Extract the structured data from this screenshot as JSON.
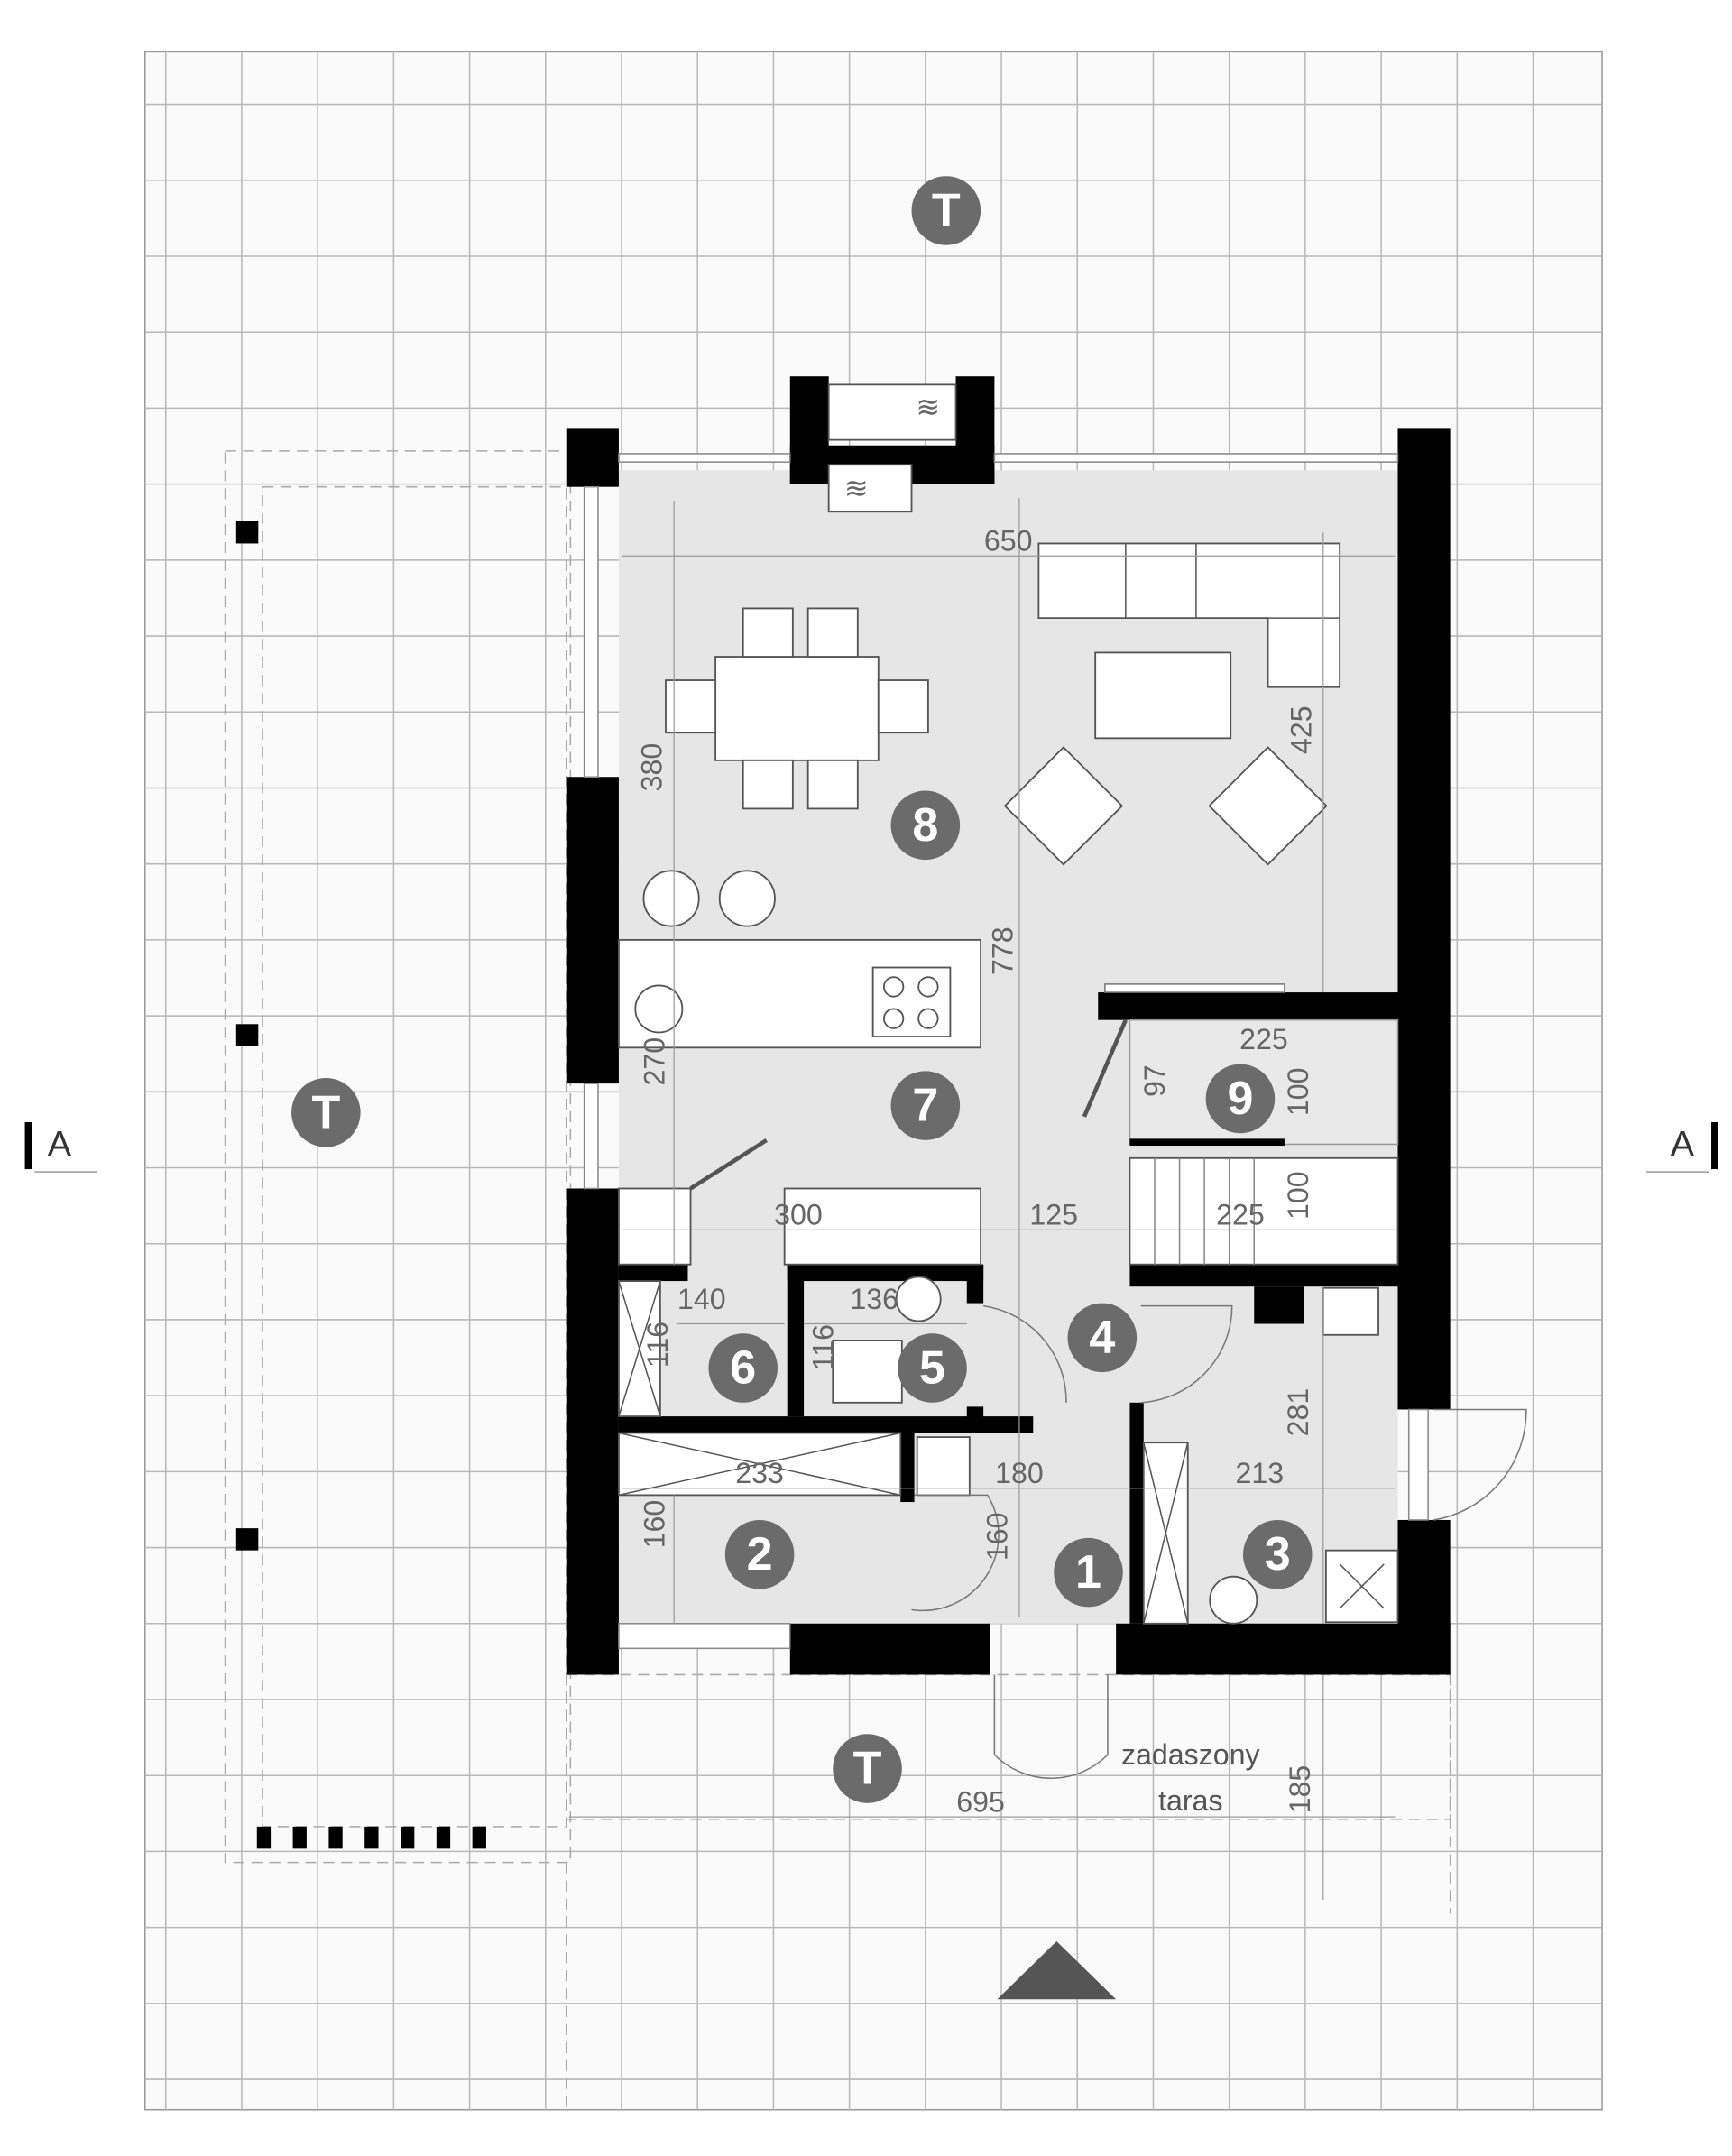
{
  "plan": {
    "section_marks": {
      "left": "A",
      "right": "A"
    },
    "terrace_marker": "T",
    "rooms": {
      "r1": "1",
      "r2": "2",
      "r3": "3",
      "r4": "4",
      "r5": "5",
      "r6": "6",
      "r7": "7",
      "r8": "8",
      "r9": "9"
    },
    "dimensions": {
      "d650": "650",
      "d425": "425",
      "d380": "380",
      "d778": "778",
      "d270": "270",
      "d225a": "225",
      "d97": "97",
      "d100a": "100",
      "d100b": "100",
      "d225b": "225",
      "d300": "300",
      "d125": "125",
      "d140": "140",
      "d136": "136",
      "d116a": "116",
      "d116b": "116",
      "d233": "233",
      "d180": "180",
      "d213": "213",
      "d281": "281",
      "d160a": "160",
      "d160b": "160",
      "d695": "695",
      "d185": "185"
    },
    "terrace_label_line1": "zadaszony",
    "terrace_label_line2": "taras",
    "colors": {
      "marker": "#6b6b6b",
      "wall": "#000000",
      "floor": "#e6e6e6"
    }
  }
}
